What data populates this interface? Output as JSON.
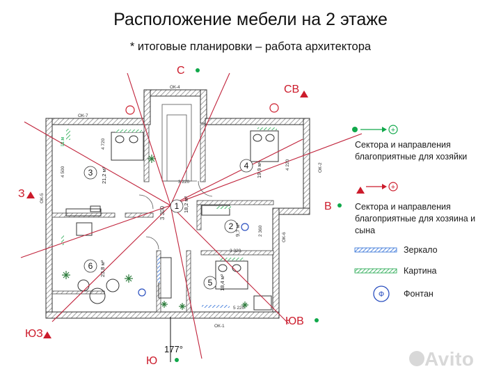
{
  "title": "Расположение мебели на 2 этаже",
  "subtitle": "* итоговые планировки – работа архитектора",
  "directions": {
    "north": "С",
    "northeast": "СВ",
    "east": "В",
    "southeast": "ЮВ",
    "south": "Ю",
    "southwest": "ЮЗ",
    "west": "З"
  },
  "bearing": "177°",
  "rooms": [
    {
      "number": "1",
      "area": "18,2 м²"
    },
    {
      "number": "2",
      "area": "9,7 м²"
    },
    {
      "number": "3",
      "area": "21,2 м²"
    },
    {
      "number": "4",
      "area": "19,9 м²"
    },
    {
      "number": "5",
      "area": "18,4 м²"
    },
    {
      "number": "6",
      "area": "23,8 м²"
    }
  ],
  "windows": [
    "ОК-1",
    "ОК-2",
    "ОК-4",
    "ОК-5",
    "ОК-6",
    "ОК-7"
  ],
  "dimensions": {
    "d1": "4 720",
    "d2": "4 500",
    "d3": "3 220",
    "d4": "4 220",
    "d5": "3 300",
    "d6": "2 360",
    "d7": "5 220",
    "d8": "3 320"
  },
  "plan_note": "Ш.м",
  "legend": {
    "hostess_text": "Сектора и направления благоприятные для хозяйки",
    "host_son_text": "Сектора и направления благоприятные для хозяина и сына",
    "mirror": "Зеркало",
    "picture": "Картина",
    "fountain": "Фонтан",
    "fountain_symbol": "Ф",
    "plus": "+"
  },
  "watermark": "Avito",
  "colors": {
    "wall_hatch": "#8a8a8a",
    "axis_line": "#c0223a",
    "direction_text": "#cc1b2b",
    "green": "#10a84a",
    "mirror": "#2a6bd6",
    "picture": "#1da54a",
    "fountain": "#2a4fbf",
    "plant": "#2b7a3a"
  }
}
